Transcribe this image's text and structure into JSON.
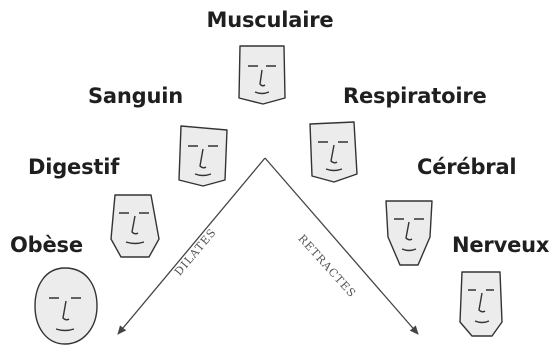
{
  "diagram": {
    "labels": {
      "musculaire": "Musculaire",
      "sanguin": "Sanguin",
      "respiratoire": "Respiratoire",
      "digestif": "Digestif",
      "cerebral": "Cérébral",
      "obese": "Obèse",
      "nerveux": "Nerveux"
    },
    "arrows": {
      "left": "DILATES",
      "right": "RETRACTES"
    },
    "colors": {
      "face_fill": "#ececec",
      "face_stroke": "#333333",
      "text": "#1f1f1f",
      "arrow": "#444444"
    }
  }
}
